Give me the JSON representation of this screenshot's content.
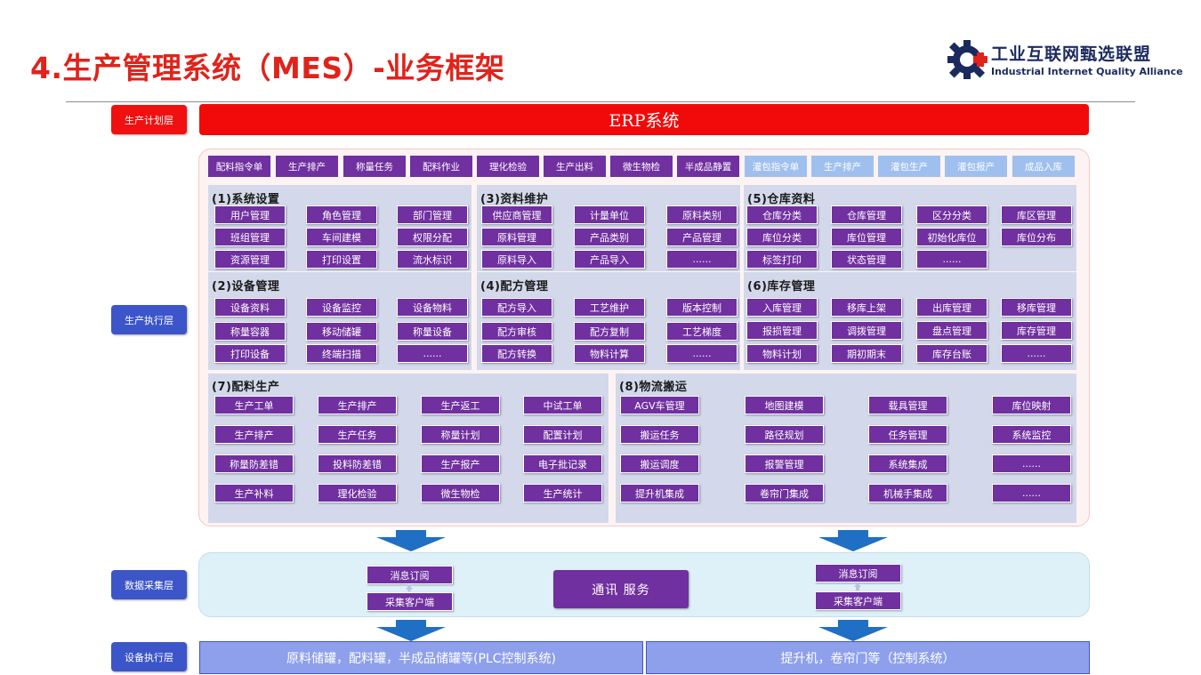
{
  "title": "4.生产管理系统（MES）-业务框架",
  "logo": {
    "cn": "工业互联网甄选联盟",
    "en": "Industrial Internet Quality Alliance",
    "colors": {
      "gear": "#1b2a5e",
      "cross": "#e0231b"
    }
  },
  "layers": {
    "plan": "生产计划层",
    "exec": "生产执行层",
    "data": "数据采集层",
    "device": "设备执行层"
  },
  "erp": "ERP系统",
  "top_row": [
    "配料指令单",
    "生产排产",
    "称量任务",
    "配料作业",
    "理化检验",
    "生产出料",
    "微生物检",
    "半成品静置",
    "灌包指令单",
    "生产排产",
    "灌包生产",
    "灌包报产",
    "成品入库"
  ],
  "modules": [
    {
      "title": "(1)系统设置",
      "items": [
        "用户管理",
        "角色管理",
        "部门管理",
        "班组管理",
        "车间建模",
        "权限分配",
        "资源管理",
        "打印设置",
        "流水标识"
      ]
    },
    {
      "title": "(2)设备管理",
      "items": [
        "设备资料",
        "设备监控",
        "设备物料",
        "称量容器",
        "移动储罐",
        "称量设备",
        "打印设备",
        "终端扫描",
        "......"
      ]
    },
    {
      "title": "(3)资料维护",
      "items": [
        "供应商管理",
        "计量单位",
        "原料类别",
        "原料管理",
        "产品类别",
        "产品管理",
        "原料导入",
        "产品导入",
        "......"
      ]
    },
    {
      "title": "(4)配方管理",
      "items": [
        "配方导入",
        "工艺维护",
        "版本控制",
        "配方审核",
        "配方复制",
        "工艺梯度",
        "配方转换",
        "物料计算",
        "......"
      ]
    },
    {
      "title": "(5)仓库资料",
      "items": [
        "仓库分类",
        "仓库管理",
        "区分分类",
        "库区管理",
        "库位分类",
        "库位管理",
        "初始化库位",
        "库位分布",
        "标签打印",
        "状态管理",
        "......"
      ]
    },
    {
      "title": "(6)库存管理",
      "items": [
        "入库管理",
        "移库上架",
        "出库管理",
        "移库管理",
        "报损管理",
        "调拨管理",
        "盘点管理",
        "库存管理",
        "物料计划",
        "期初期末",
        "库存台账",
        "......"
      ]
    },
    {
      "title": "(7)配料生产",
      "items": [
        "生产工单",
        "生产排产",
        "生产返工",
        "中试工单",
        "生产排产",
        "生产任务",
        "称量计划",
        "配置计划",
        "称量防差错",
        "投料防差错",
        "生产报产",
        "电子批记录",
        "生产补料",
        "理化检验",
        "微生物检",
        "生产统计"
      ]
    },
    {
      "title": "(8)物流搬运",
      "items": [
        "AGV车管理",
        "地图建模",
        "载具管理",
        "库位映射",
        "搬运任务",
        "路径规划",
        "任务管理",
        "系统监控",
        "搬运调度",
        "报警管理",
        "系统集成",
        "......",
        "提升机集成",
        "卷帘门集成",
        "机械手集成",
        "......"
      ]
    }
  ],
  "data_layer": {
    "left": [
      "消息订阅",
      "采集客户端"
    ],
    "center": "通讯 服务",
    "right": [
      "消息订阅",
      "采集客户端"
    ]
  },
  "device_layer": {
    "left": "原料储罐，配料罐，半成品储罐等(PLC控制系统)",
    "right": "提升机，卷帘门等（控制系统）"
  },
  "colors": {
    "title_red": "#e0231b",
    "erp_red": "#f20a0a",
    "purple": "#7030a0",
    "light_blue": "#9fc0ee",
    "layer_blue": "#3c55c9",
    "arrow_blue": "#1f6fc4",
    "module_bg": "#d3d9eb"
  }
}
